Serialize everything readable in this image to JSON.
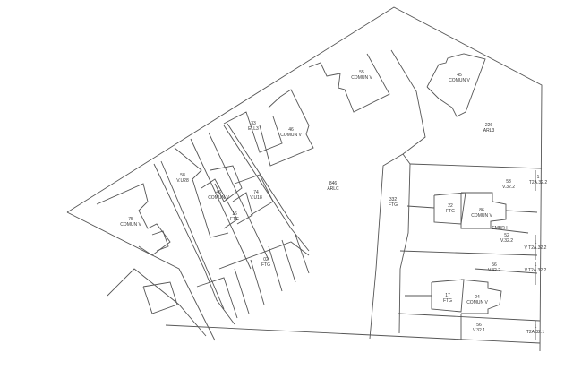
{
  "colors": {
    "background": "#ffffff",
    "lines": "#555555",
    "text": "#333333"
  },
  "parcels": [
    {
      "num": "55",
      "use": "COMUN V"
    },
    {
      "num": "45",
      "use": "COMUN V"
    },
    {
      "num": "226",
      "use": "ARL3"
    },
    {
      "num": "33",
      "use": "ELL3"
    },
    {
      "num": "46",
      "use": "COMUN V"
    },
    {
      "num": "58",
      "use": "V.U28"
    },
    {
      "num": "46",
      "use": "COMUN V"
    },
    {
      "num": "74",
      "use": "V.U18"
    },
    {
      "num": "16",
      "use": "FTG"
    },
    {
      "num": "75",
      "use": "COMUN V"
    },
    {
      "num": "846",
      "use": "ARLC"
    },
    {
      "num": "332",
      "use": "FTG"
    },
    {
      "num": "53",
      "use": "V.32.2"
    },
    {
      "num": "1",
      "use": "T2A.32.2"
    },
    {
      "num": "22",
      "use": "FTG"
    },
    {
      "num": "86",
      "use": "COMUN V"
    },
    {
      "num": "",
      "use": "EMBR I"
    },
    {
      "num": "52",
      "use": "V.32.2"
    },
    {
      "num": "1",
      "use": "V T2A.32.2"
    },
    {
      "num": "56",
      "use": "V.32.2"
    },
    {
      "num": "1",
      "use": "V.T2A.32.2"
    },
    {
      "num": "17",
      "use": "FTG"
    },
    {
      "num": "24",
      "use": "COMUN V"
    },
    {
      "num": "56",
      "use": "V.32.1"
    },
    {
      "num": "1",
      "use": "T2A.32.1"
    },
    {
      "num": "02",
      "use": "FTG"
    }
  ]
}
